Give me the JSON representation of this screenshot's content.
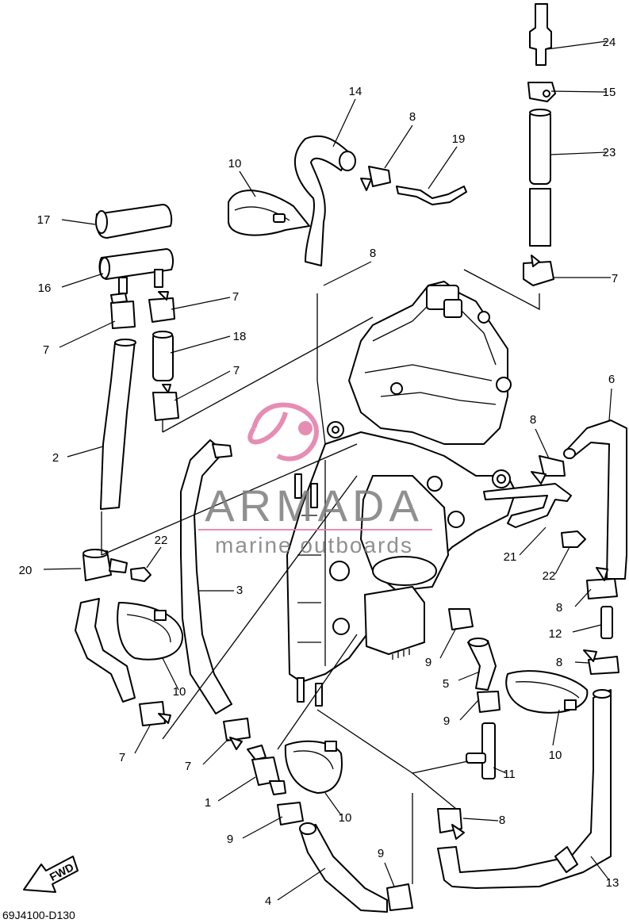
{
  "diagram": {
    "drawing_code": "69J4100-D130",
    "fwd_label": "FWD",
    "watermark": {
      "brand": "ARMADA",
      "tagline": "marine outboards",
      "accent": "#e27aa8"
    },
    "callouts": [
      {
        "label": "24"
      },
      {
        "label": "15"
      },
      {
        "label": "23"
      },
      {
        "label": "7"
      },
      {
        "label": "14"
      },
      {
        "label": "8"
      },
      {
        "label": "19"
      },
      {
        "label": "10"
      },
      {
        "label": "17"
      },
      {
        "label": "16"
      },
      {
        "label": "7"
      },
      {
        "label": "7"
      },
      {
        "label": "18"
      },
      {
        "label": "7"
      },
      {
        "label": "8"
      },
      {
        "label": "6"
      },
      {
        "label": "8"
      },
      {
        "label": "2"
      },
      {
        "label": "20"
      },
      {
        "label": "22"
      },
      {
        "label": "21"
      },
      {
        "label": "22"
      },
      {
        "label": "3"
      },
      {
        "label": "8"
      },
      {
        "label": "12"
      },
      {
        "label": "8"
      },
      {
        "label": "9"
      },
      {
        "label": "5"
      },
      {
        "label": "10"
      },
      {
        "label": "9"
      },
      {
        "label": "10"
      },
      {
        "label": "7"
      },
      {
        "label": "7"
      },
      {
        "label": "11"
      },
      {
        "label": "1"
      },
      {
        "label": "10"
      },
      {
        "label": "8"
      },
      {
        "label": "9"
      },
      {
        "label": "9"
      },
      {
        "label": "13"
      },
      {
        "label": "4"
      }
    ]
  }
}
